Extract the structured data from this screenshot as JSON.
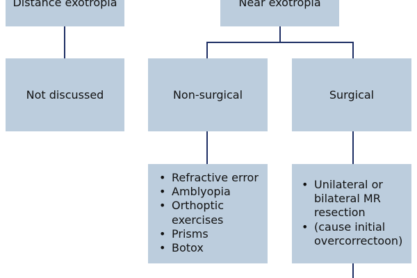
{
  "boxes": {
    "distance_exotropia": "Distance exotropia",
    "near_exotropia": "Near exotropia",
    "not_discussed": "Not discussed",
    "non_surgical": "Non-surgical",
    "surgical": "Surgical"
  },
  "non_surgical_list": [
    "Refractive error",
    "Amblyopia",
    "Orthoptic",
    "exercises",
    "Prisms",
    "Botox"
  ],
  "surgical_list": [
    "Unilateral or",
    "bilateral MR",
    "resection",
    "(cause initial",
    "overcorrectoon)"
  ],
  "colors": {
    "box_fill": "#bccddd",
    "connector": "#1c2d63",
    "text": "#111111"
  }
}
